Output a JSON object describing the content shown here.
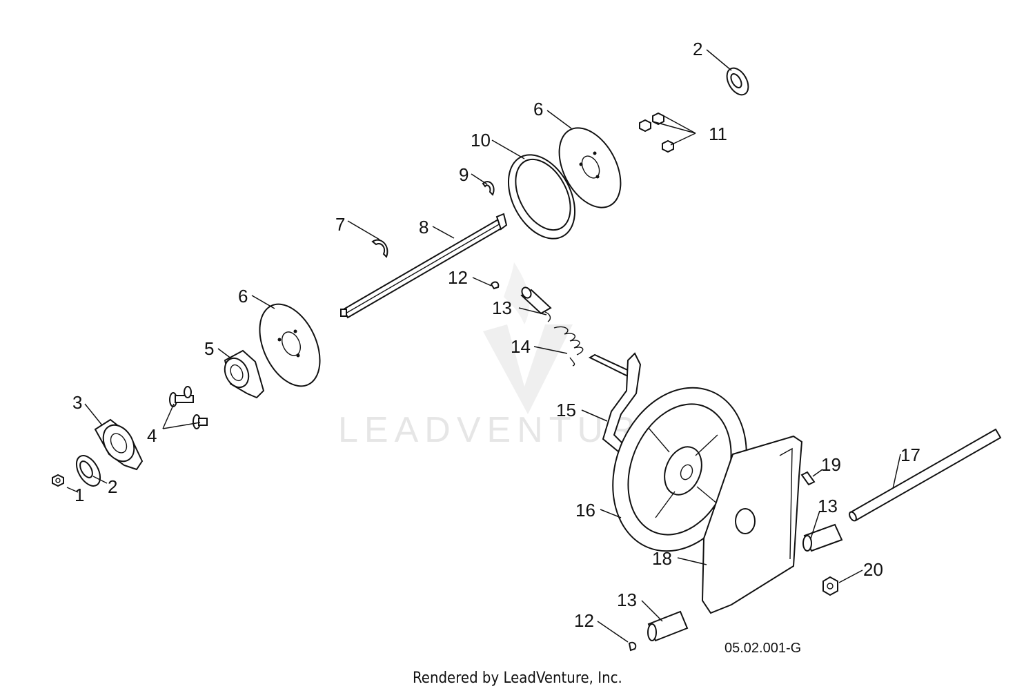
{
  "labels": {
    "p1": "1",
    "p2a": "2",
    "p2b": "2",
    "p3": "3",
    "p4": "4",
    "p5": "5",
    "p6a": "6",
    "p6b": "6",
    "p7": "7",
    "p8": "8",
    "p9": "9",
    "p10": "10",
    "p11": "11",
    "p12a": "12",
    "p12b": "12",
    "p13a": "13",
    "p13b": "13",
    "p13c": "13",
    "p14": "14",
    "p15": "15",
    "p16": "16",
    "p17": "17",
    "p18": "18",
    "p19": "19",
    "p20": "20"
  },
  "reference_code": "05.02.001-G",
  "footer": "Rendered by LeadVenture, Inc.",
  "watermark": "LEADVENTURE"
}
